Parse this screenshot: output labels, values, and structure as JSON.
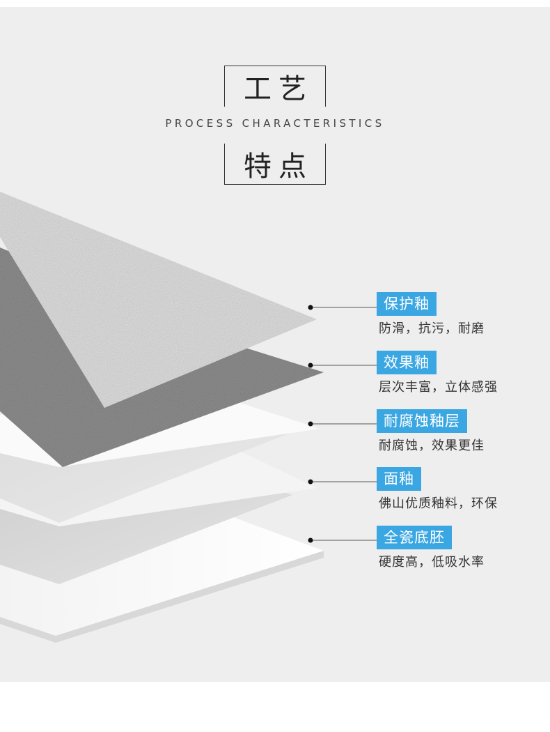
{
  "header": {
    "title_top": "工艺",
    "subtitle": "PROCESS CHARACTERISTICS",
    "title_bottom": "特点"
  },
  "layers": [
    {
      "name": "保护釉",
      "description": "防滑，抗污，耐磨"
    },
    {
      "name": "效果釉",
      "description": "层次丰富，立体感强"
    },
    {
      "name": "耐腐蚀釉层",
      "description": "耐腐蚀，效果更佳"
    },
    {
      "name": "面釉",
      "description": "佛山优质釉料，环保"
    },
    {
      "name": "全瓷底胚",
      "description": "硬度高，低吸水率"
    }
  ],
  "colors": {
    "background": "#eeeeee",
    "label_bg": "#3aa6e2",
    "label_text": "#ffffff",
    "description_text": "#333333"
  }
}
